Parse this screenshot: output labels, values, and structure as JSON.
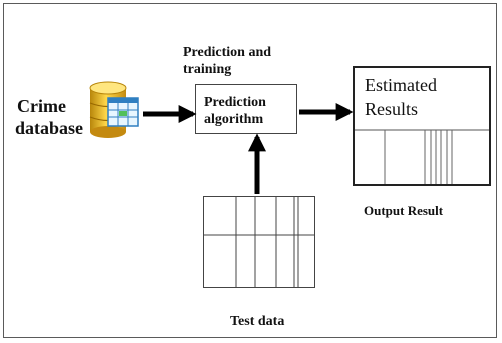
{
  "diagram": {
    "source": {
      "line1": "Crime",
      "line2": "database"
    },
    "stage_label": {
      "line1": "Prediction and",
      "line2": "training"
    },
    "algorithm": {
      "line1": "Prediction",
      "line2": "algorithm"
    },
    "results": {
      "line1": "Estimated",
      "line2": "Results"
    },
    "output_caption": "Output Result",
    "test_caption": "Test data"
  }
}
